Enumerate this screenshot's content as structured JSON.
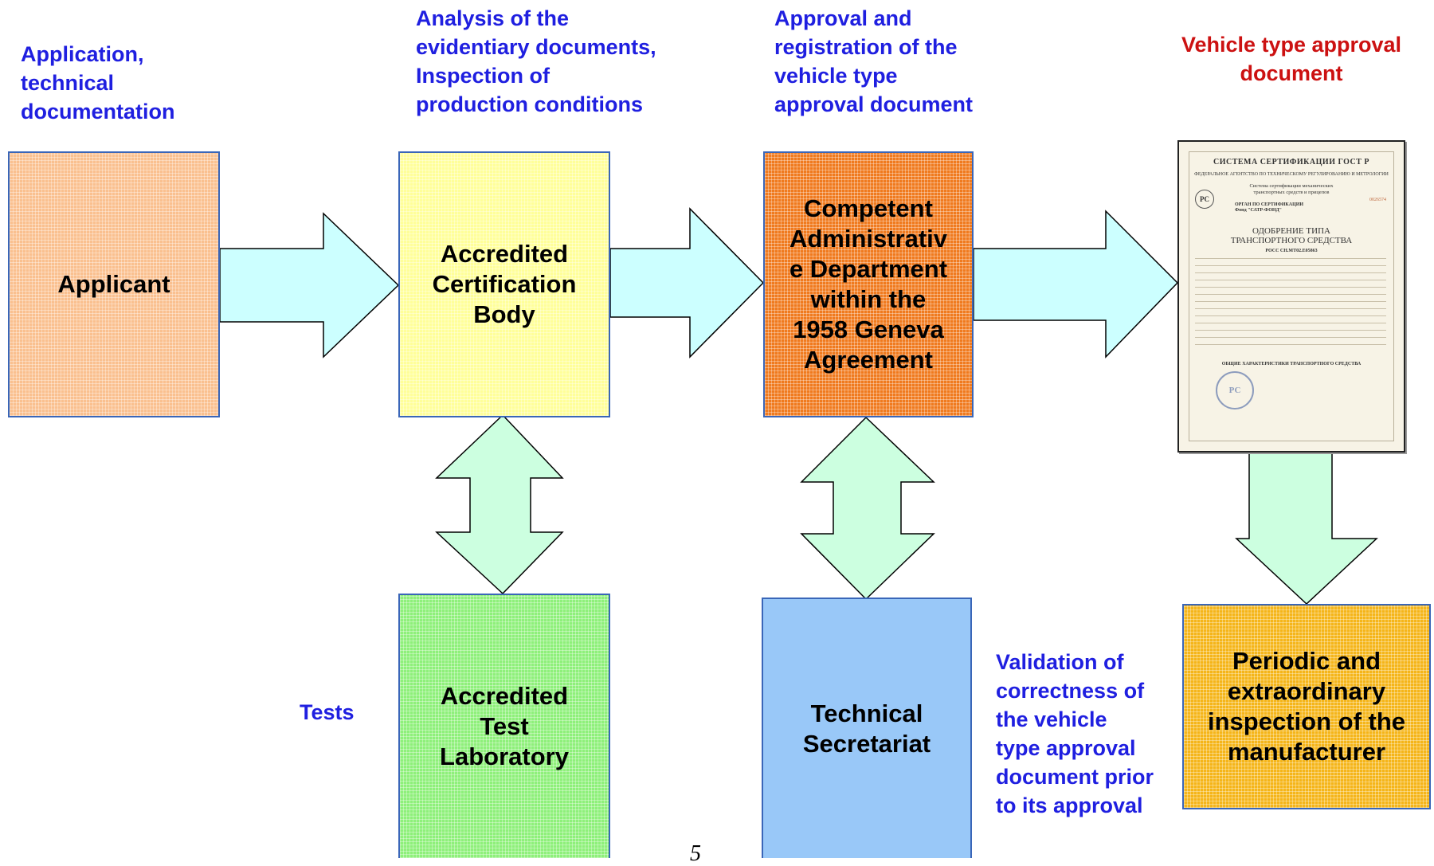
{
  "captions": {
    "applicant_input": "Application,\ntechnical\ndocumentation",
    "analysis": "Analysis of the\nevidentiary documents,\nInspection of\nproduction  conditions",
    "approval": "Approval and\nregistration of the\nvehicle type\napproval document",
    "document_title": "Vehicle type approval\ndocument",
    "tests": "Tests",
    "validation": "Validation of\ncorrectness of\nthe vehicle\ntype approval\ndocument prior\nto its approval"
  },
  "boxes": {
    "applicant": "Applicant",
    "certification_body": "Accredited\nCertification\nBody",
    "competent_department": "Competent\nAdministrativ\ne Department\nwithin the\n1958 Geneva\nAgreement",
    "test_laboratory": "Accredited\nTest\nLaboratory",
    "technical_secretariat": "Technical\nSecretariat",
    "periodic_inspection": "Periodic and\nextraordinary\ninspection of the\nmanufacturer"
  },
  "certificate": {
    "system": "СИСТЕМА СЕРТИФИКАЦИИ ГОСТ Р",
    "agency": "ФЕДЕРАЛЬНОЕ АГЕНТСТВО ПО ТЕХНИЧЕСКОМУ РЕГУЛИРОВАНИЮ И МЕТРОЛОГИИ",
    "subsystem": "Система сертификации механических\nтранспортных средств и прицепов",
    "organ": "ОРГАН ПО СЕРТИФИКАЦИИ\nФонд \"САТР-ФОНД\"",
    "approval_title": "ОДОБРЕНИЕ ТИПА\nТРАНСПОРТНОГО СРЕДСТВА",
    "number": "РОСС СН.МТ02.Е05863",
    "characteristics": "ОБЩИЕ ХАРАКТЕРИСТИКИ ТРАНСПОРТНОГО СРЕДСТВА",
    "serial": "0026574",
    "mark": "РС"
  },
  "page_number": "5",
  "colors": {
    "caption_blue": "#1f1fe0",
    "caption_red": "#cc1111",
    "applicant": "#fac08f",
    "certification_body": "#ffff99",
    "competent_department": "#f07a1e",
    "test_laboratory": "#8ef07a",
    "technical_secretariat": "#99c8f8",
    "periodic_inspection": "#f5b519",
    "arrow_fill": "#ccffff",
    "vertical_arrow_fill": "#ccffe0"
  }
}
